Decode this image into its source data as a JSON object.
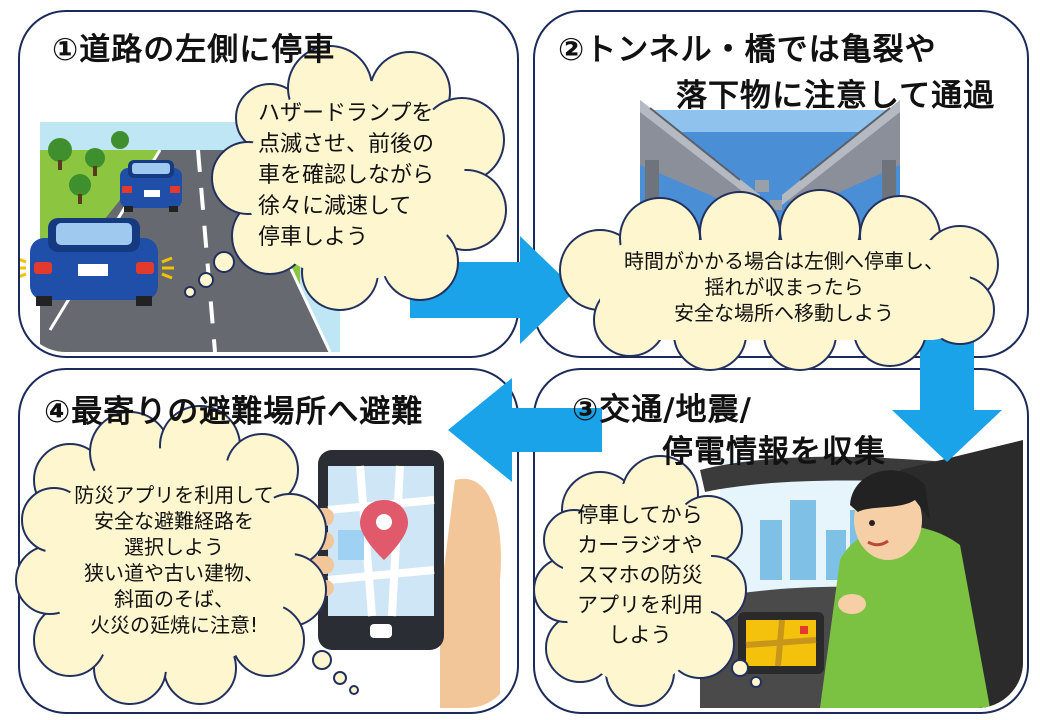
{
  "step1": {
    "title": "①道路の左側に停車",
    "bubble_lines": [
      "ハザードランプを",
      "点滅させ、前後の",
      "車を確認しながら",
      "徐々に減速して",
      "停車しよう"
    ]
  },
  "step2": {
    "title_line1": "②トンネル・橋では亀裂や",
    "title_line2": "落下物に注意して通過",
    "bubble_lines": [
      "時間がかかる場合は左側へ停車し、",
      "揺れが収まったら",
      "安全な場所へ移動しよう"
    ]
  },
  "step3": {
    "title_line1": "③交通/地震/",
    "title_line2": "停電情報を収集",
    "bubble_lines": [
      "停車してから",
      "カーラジオや",
      "スマホの防災",
      "アプリを利用",
      "しよう"
    ]
  },
  "step4": {
    "title": "④最寄りの避難場所へ避難",
    "bubble_lines": [
      "防災アプリを利用して",
      "安全な避難経路を",
      "選択しよう",
      "狭い道や古い建物、",
      "斜面のそば、",
      "火災の延焼に注意!"
    ]
  },
  "colors": {
    "arrow": "#1aa3e8",
    "bubble_fill": "#fdf6cf",
    "bubble_stroke": "#23305e",
    "panel_border": "#1b2a5a",
    "car_blue": "#1f4fa8",
    "grass": "#8cc640",
    "sky": "#bfe6f5"
  },
  "icons": [
    "car-icon",
    "broken-bridge-icon",
    "smartphone-map-icon",
    "location-pin-icon",
    "driver-icon",
    "radio-icon"
  ]
}
